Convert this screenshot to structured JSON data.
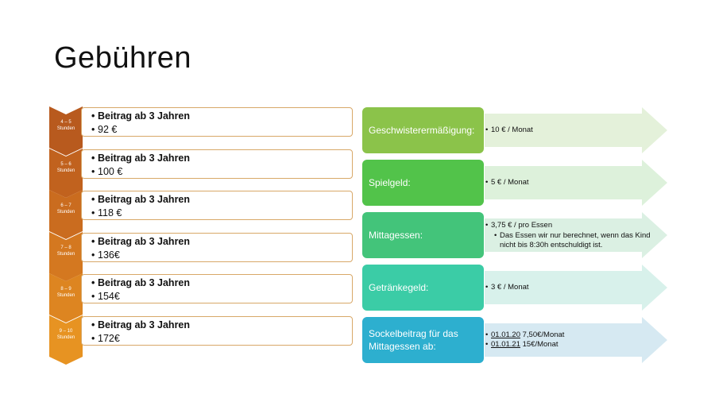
{
  "title": "Gebühren",
  "fees": [
    {
      "hours": "4 – 5",
      "unit": "Stunden",
      "label": "Beitrag ab 3 Jahren",
      "amount": "92 €",
      "color": "#B85A1E"
    },
    {
      "hours": "5 – 6",
      "unit": "Stunden",
      "label": "Beitrag ab 3 Jahren",
      "amount": "100 €",
      "color": "#C1621E"
    },
    {
      "hours": "6 – 7",
      "unit": "Stunden",
      "label": "Beitrag ab 3 Jahren",
      "amount": "118 €",
      "color": "#CA6C1F"
    },
    {
      "hours": "7 – 8",
      "unit": "Stunden",
      "label": "Beitrag ab 3 Jahren",
      "amount": "136€",
      "color": "#D47820"
    },
    {
      "hours": "8 – 9",
      "unit": "Stunden",
      "label": "Beitrag ab 3 Jahren",
      "amount": "154€",
      "color": "#DD8521"
    },
    {
      "hours": "9 – 10",
      "unit": "Stunden",
      "label": "Beitrag ab 3 Jahren",
      "amount": "172€",
      "color": "#E79322"
    }
  ],
  "extras": {
    "sibling": {
      "label": "Geschwisterermäßigung:",
      "value": "10 € / Monat",
      "color": "#8BC34A",
      "arrow": "#E4F1DA"
    },
    "play": {
      "label": "Spielgeld:",
      "value": "5 € / Monat",
      "color": "#52C34A",
      "arrow": "#DDF1DB"
    },
    "lunch": {
      "label": "Mittagessen:",
      "value": "3,75 € / pro Essen",
      "note": "Das Essen wir nur berechnet, wenn das Kind nicht bis 8:30h entschuldigt ist.",
      "color": "#43C47A",
      "arrow": "#DBF0E3"
    },
    "drinks": {
      "label": "Getränkegeld:",
      "value": "3 € / Monat",
      "color": "#3BCCA6",
      "arrow": "#D8F1EB"
    },
    "base": {
      "label": "Sockelbeitrag für das Mittagessen ab:",
      "date1": "01.01.20",
      "value1": "7,50€/Monat",
      "date2": "01.01.21",
      "value2": "15€/Monat",
      "color": "#2DAFCF",
      "arrow": "#D6E9F2"
    }
  }
}
